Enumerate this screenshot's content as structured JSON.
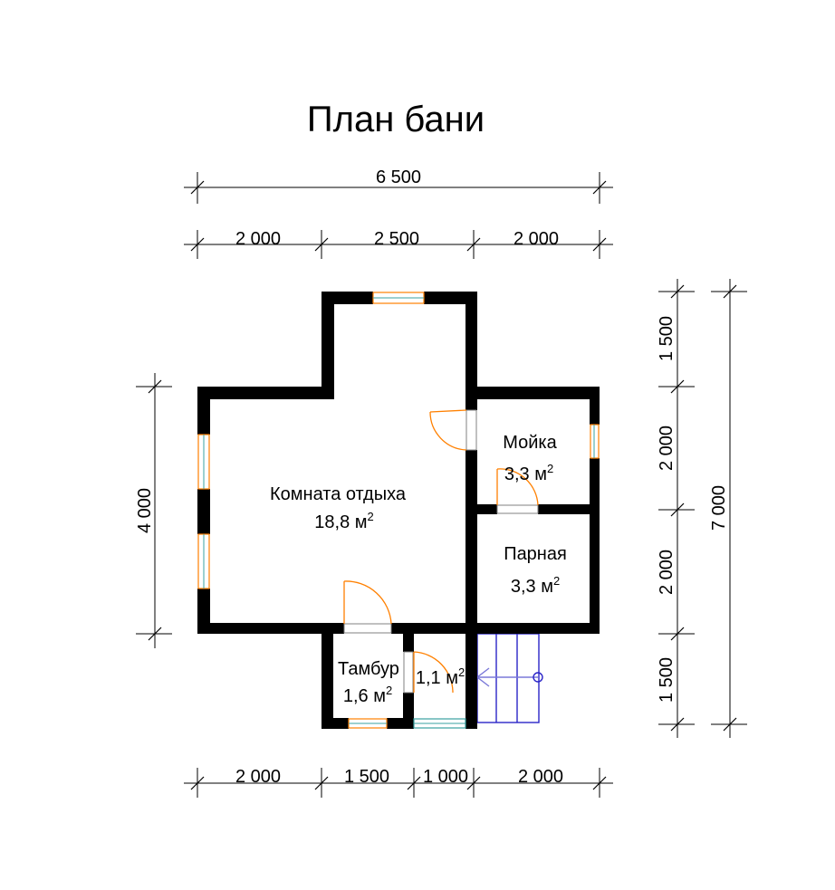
{
  "title": "План бани",
  "dimensions": {
    "top_total": "6 500",
    "top_segments": [
      "2 000",
      "2 500",
      "2 000"
    ],
    "bottom_segments": [
      "2 000",
      "1 500",
      "1 000",
      "2 000"
    ],
    "left": "4 000",
    "right_segments": [
      "1 500",
      "2 000",
      "2 000",
      "1 500"
    ],
    "right_total": "7 000"
  },
  "rooms": {
    "rest_room": {
      "name": "Комната отдыха",
      "area": "18,8 м",
      "unit_power": "2"
    },
    "washroom": {
      "name": "Мойка",
      "area": "3,3 м",
      "unit_power": "2"
    },
    "steam_room": {
      "name": "Парная",
      "area": "3,3 м",
      "unit_power": "2"
    },
    "vestibule": {
      "name": "Тамбур",
      "area": "1,6 м",
      "unit_power": "2"
    },
    "porch": {
      "area": "1,1 м",
      "unit_power": "2"
    }
  },
  "colors": {
    "wall": "#000000",
    "door": "#ff8000",
    "stairs": "#2a24c8",
    "window_glass": "#3aa0a0"
  }
}
